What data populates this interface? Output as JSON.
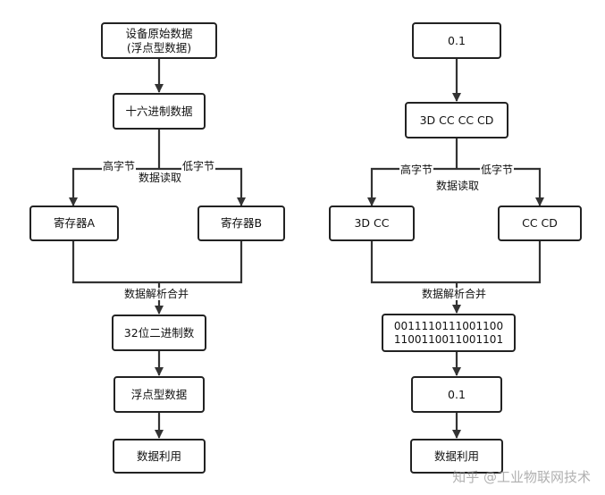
{
  "left": {
    "source": "设备原始数据\n(浮点型数据)",
    "hex": "十六进制数据",
    "high_label": "高字节",
    "low_label": "低字节",
    "read_label": "数据读取",
    "reg_a": "寄存器A",
    "reg_b": "寄存器B",
    "merge_label": "数据解析合并",
    "bin32": "32位二进制数",
    "float": "浮点型数据",
    "use": "数据利用"
  },
  "right": {
    "value": "0.1",
    "hex": "3D CC CC CD",
    "high_label": "高字节",
    "low_label": "低字节",
    "read_label": "数据读取",
    "high_part": "3D CC",
    "low_part": "CC CD",
    "merge_label": "数据解析合并",
    "binary": "0011110111001100\n1100110011001101",
    "result": "0.1",
    "use": "数据利用"
  },
  "watermark": "知乎 @工业物联网技术"
}
